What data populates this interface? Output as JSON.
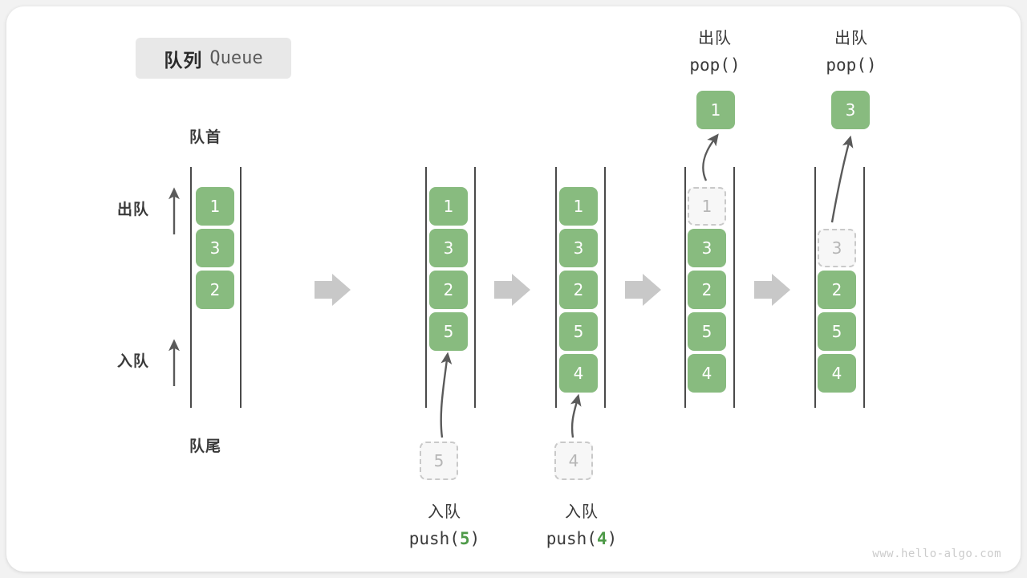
{
  "title": {
    "cn": "队列",
    "en": "Queue"
  },
  "labels": {
    "head": "队首",
    "tail": "队尾",
    "dequeue": "出队",
    "enqueue": "入队"
  },
  "side_arrows": [
    {
      "label": "出队",
      "direction": "up"
    },
    {
      "label": "入队",
      "direction": "up"
    }
  ],
  "operations": {
    "push5": {
      "cn": "入队",
      "fn": "push(",
      "arg": "5",
      "close": ")"
    },
    "push4": {
      "cn": "入队",
      "fn": "push(",
      "arg": "4",
      "close": ")"
    },
    "pop1": {
      "cn": "出队",
      "code": "pop()"
    },
    "pop2": {
      "cn": "出队",
      "code": "pop()"
    }
  },
  "stages": [
    {
      "name": "initial",
      "cells": [
        "1",
        "3",
        "2"
      ]
    },
    {
      "name": "after-push-5",
      "cells": [
        "1",
        "3",
        "2",
        "5"
      ],
      "incoming": "5"
    },
    {
      "name": "after-push-4",
      "cells": [
        "1",
        "3",
        "2",
        "5",
        "4"
      ],
      "incoming": "4"
    },
    {
      "name": "after-pop-1",
      "cells": [
        "1",
        "3",
        "2",
        "5",
        "4"
      ],
      "removed": "1",
      "popped": "1"
    },
    {
      "name": "after-pop-3",
      "cells": [
        "3",
        "2",
        "5",
        "4"
      ],
      "removed": "3",
      "popped": "3"
    }
  ],
  "colors": {
    "cell_green": "#88bb7f",
    "ghost_fill": "#f7f7f7",
    "ghost_border": "#c9c9c9",
    "arrow_gray": "#c8c8c8",
    "rail": "#4a4a4a",
    "accent_text": "#4e9a48"
  },
  "watermark": "www.hello-algo.com"
}
